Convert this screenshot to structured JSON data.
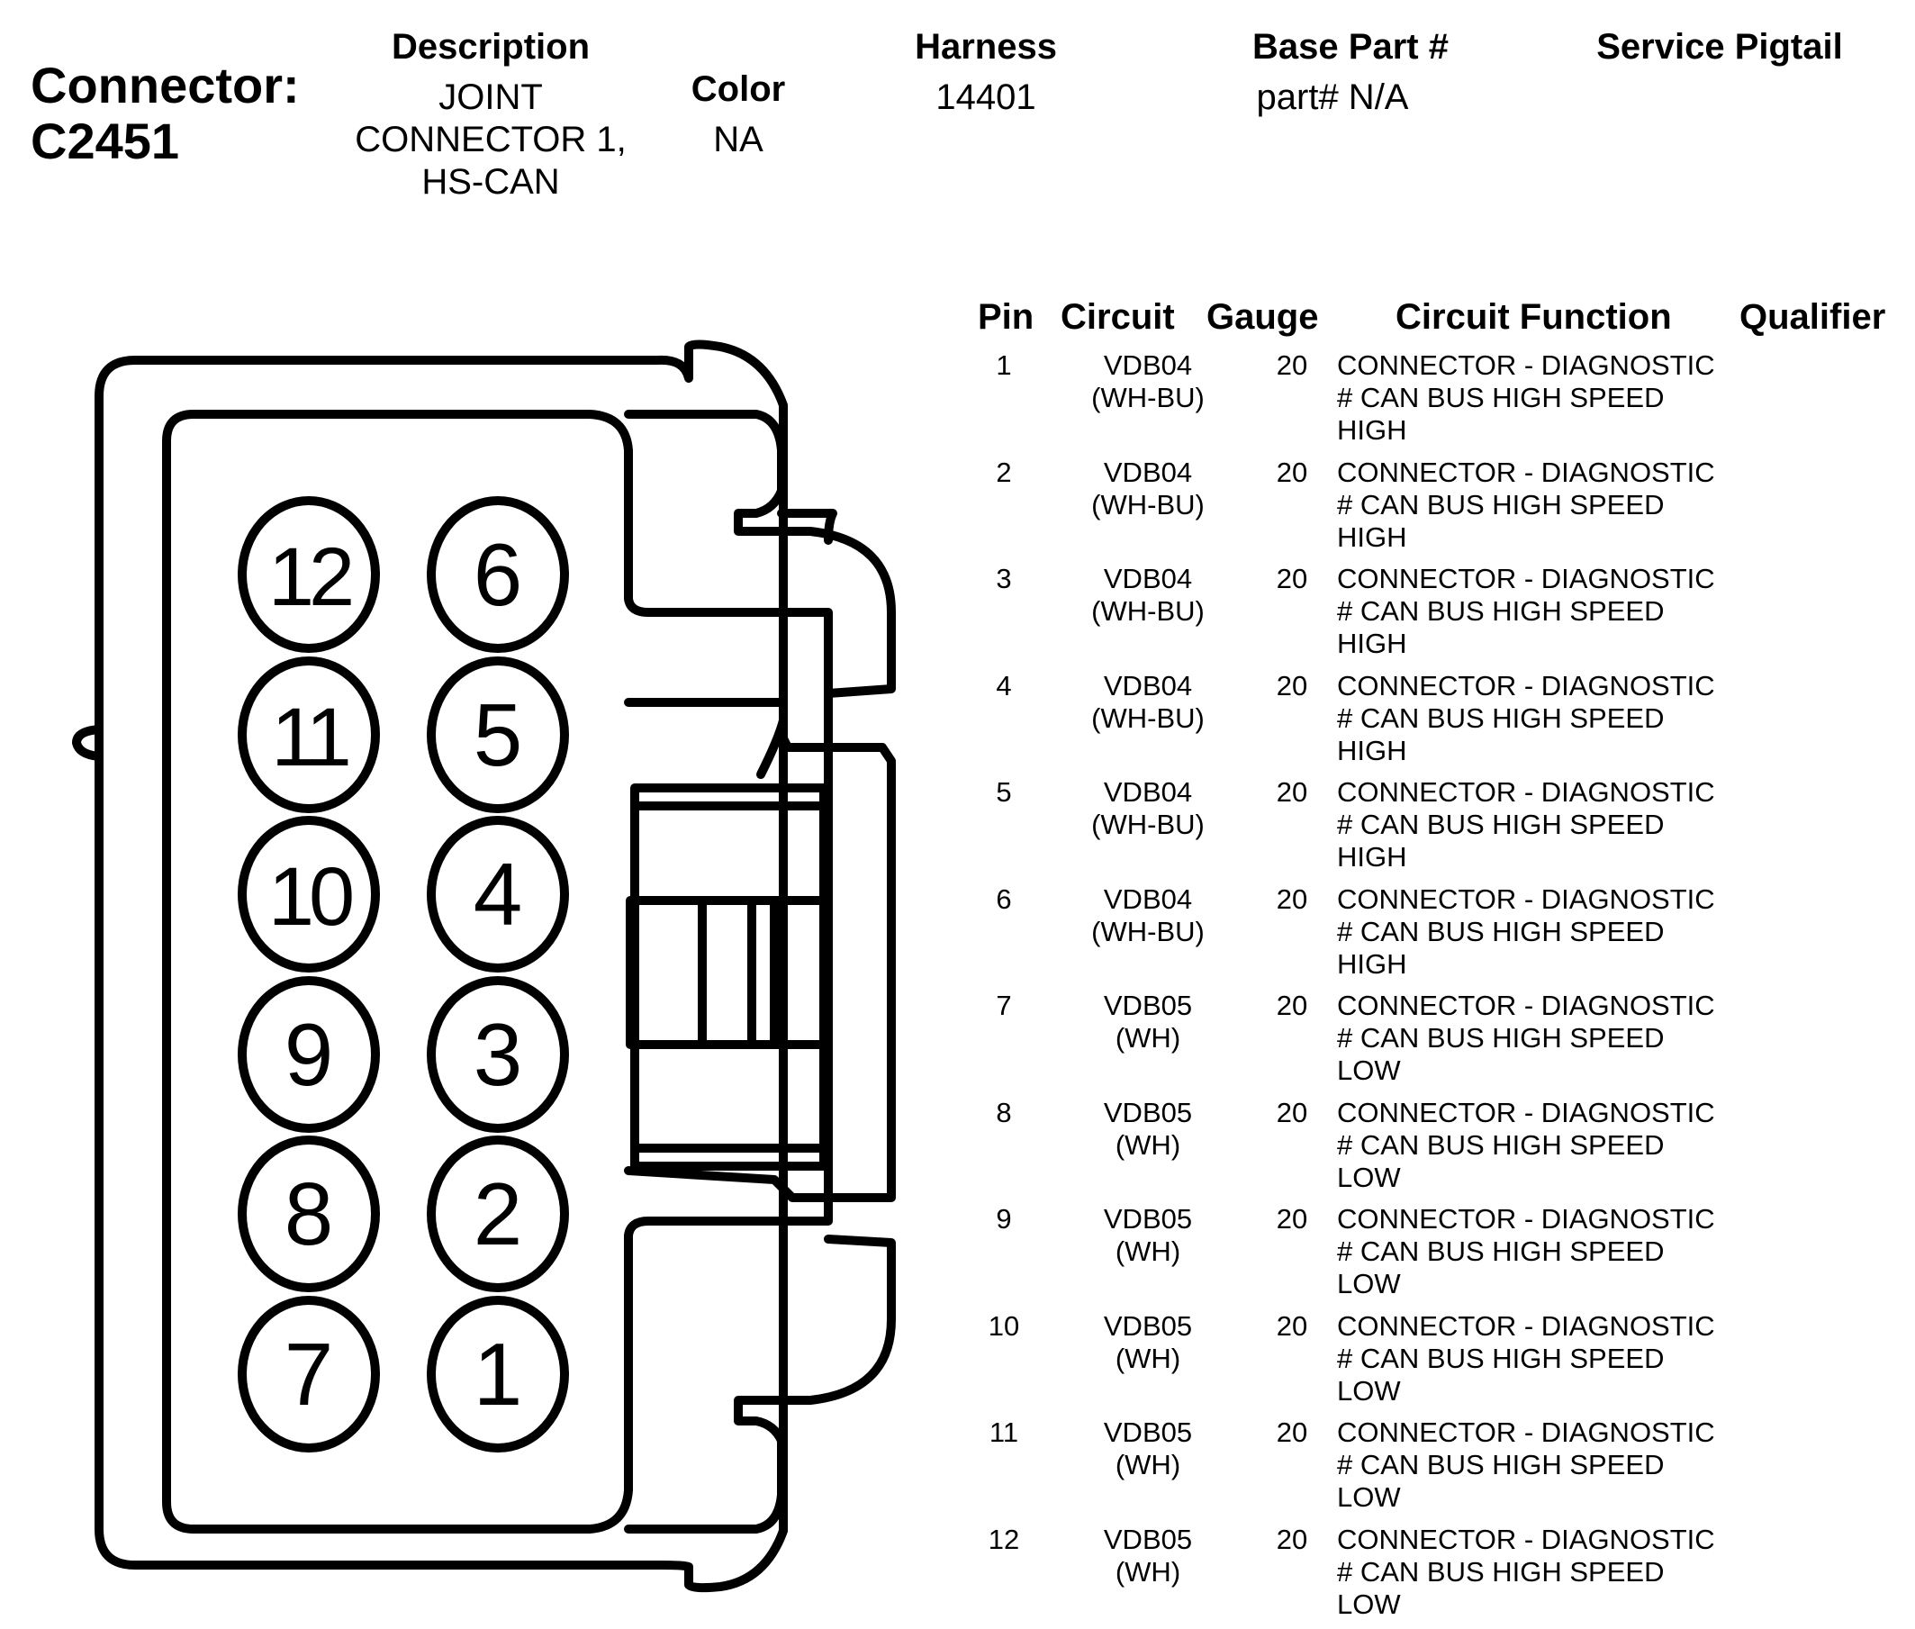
{
  "connector": {
    "label": "Connector:",
    "id": "C2451"
  },
  "header": {
    "description": {
      "label": "Description",
      "lines": [
        "JOINT",
        "CONNECTOR 1,",
        "HS-CAN"
      ]
    },
    "color": {
      "label": "Color",
      "value": "NA"
    },
    "harness": {
      "label": "Harness",
      "value": "14401"
    },
    "base_part": {
      "label": "Base Part #",
      "value": "part# N/A"
    },
    "service_pigtail": {
      "label": "Service Pigtail",
      "value": ""
    }
  },
  "table": {
    "headers": [
      "Pin",
      "Circuit",
      "Gauge",
      "Circuit Function",
      "Qualifier"
    ],
    "rows": [
      {
        "pin": "1",
        "circuit": [
          "VDB04",
          "(WH-BU)"
        ],
        "gauge": "20",
        "function": [
          "CONNECTOR - DIAGNOSTIC",
          "# CAN BUS HIGH SPEED",
          "HIGH"
        ],
        "qualifier": ""
      },
      {
        "pin": "2",
        "circuit": [
          "VDB04",
          "(WH-BU)"
        ],
        "gauge": "20",
        "function": [
          "CONNECTOR - DIAGNOSTIC",
          "# CAN BUS HIGH SPEED",
          "HIGH"
        ],
        "qualifier": ""
      },
      {
        "pin": "3",
        "circuit": [
          "VDB04",
          "(WH-BU)"
        ],
        "gauge": "20",
        "function": [
          "CONNECTOR - DIAGNOSTIC",
          "# CAN BUS HIGH SPEED",
          "HIGH"
        ],
        "qualifier": ""
      },
      {
        "pin": "4",
        "circuit": [
          "VDB04",
          "(WH-BU)"
        ],
        "gauge": "20",
        "function": [
          "CONNECTOR - DIAGNOSTIC",
          "# CAN BUS HIGH SPEED",
          "HIGH"
        ],
        "qualifier": ""
      },
      {
        "pin": "5",
        "circuit": [
          "VDB04",
          "(WH-BU)"
        ],
        "gauge": "20",
        "function": [
          "CONNECTOR - DIAGNOSTIC",
          "# CAN BUS HIGH SPEED",
          "HIGH"
        ],
        "qualifier": ""
      },
      {
        "pin": "6",
        "circuit": [
          "VDB04",
          "(WH-BU)"
        ],
        "gauge": "20",
        "function": [
          "CONNECTOR - DIAGNOSTIC",
          "# CAN BUS HIGH SPEED",
          "HIGH"
        ],
        "qualifier": ""
      },
      {
        "pin": "7",
        "circuit": [
          "VDB05",
          "(WH)"
        ],
        "gauge": "20",
        "function": [
          "CONNECTOR - DIAGNOSTIC",
          "# CAN BUS HIGH SPEED",
          "LOW"
        ],
        "qualifier": ""
      },
      {
        "pin": "8",
        "circuit": [
          "VDB05",
          "(WH)"
        ],
        "gauge": "20",
        "function": [
          "CONNECTOR - DIAGNOSTIC",
          "# CAN BUS HIGH SPEED",
          "LOW"
        ],
        "qualifier": ""
      },
      {
        "pin": "9",
        "circuit": [
          "VDB05",
          "(WH)"
        ],
        "gauge": "20",
        "function": [
          "CONNECTOR - DIAGNOSTIC",
          "# CAN BUS HIGH SPEED",
          "LOW"
        ],
        "qualifier": ""
      },
      {
        "pin": "10",
        "circuit": [
          "VDB05",
          "(WH)"
        ],
        "gauge": "20",
        "function": [
          "CONNECTOR - DIAGNOSTIC",
          "# CAN BUS HIGH SPEED",
          "LOW"
        ],
        "qualifier": ""
      },
      {
        "pin": "11",
        "circuit": [
          "VDB05",
          "(WH)"
        ],
        "gauge": "20",
        "function": [
          "CONNECTOR - DIAGNOSTIC",
          "# CAN BUS HIGH SPEED",
          "LOW"
        ],
        "qualifier": ""
      },
      {
        "pin": "12",
        "circuit": [
          "VDB05",
          "(WH)"
        ],
        "gauge": "20",
        "function": [
          "CONNECTOR - DIAGNOSTIC",
          "# CAN BUS HIGH SPEED",
          "LOW"
        ],
        "qualifier": ""
      }
    ]
  },
  "diagram": {
    "pin_columns": [
      [
        "12",
        "11",
        "10",
        "9",
        "8",
        "7"
      ],
      [
        "6",
        "5",
        "4",
        "3",
        "2",
        "1"
      ]
    ]
  }
}
